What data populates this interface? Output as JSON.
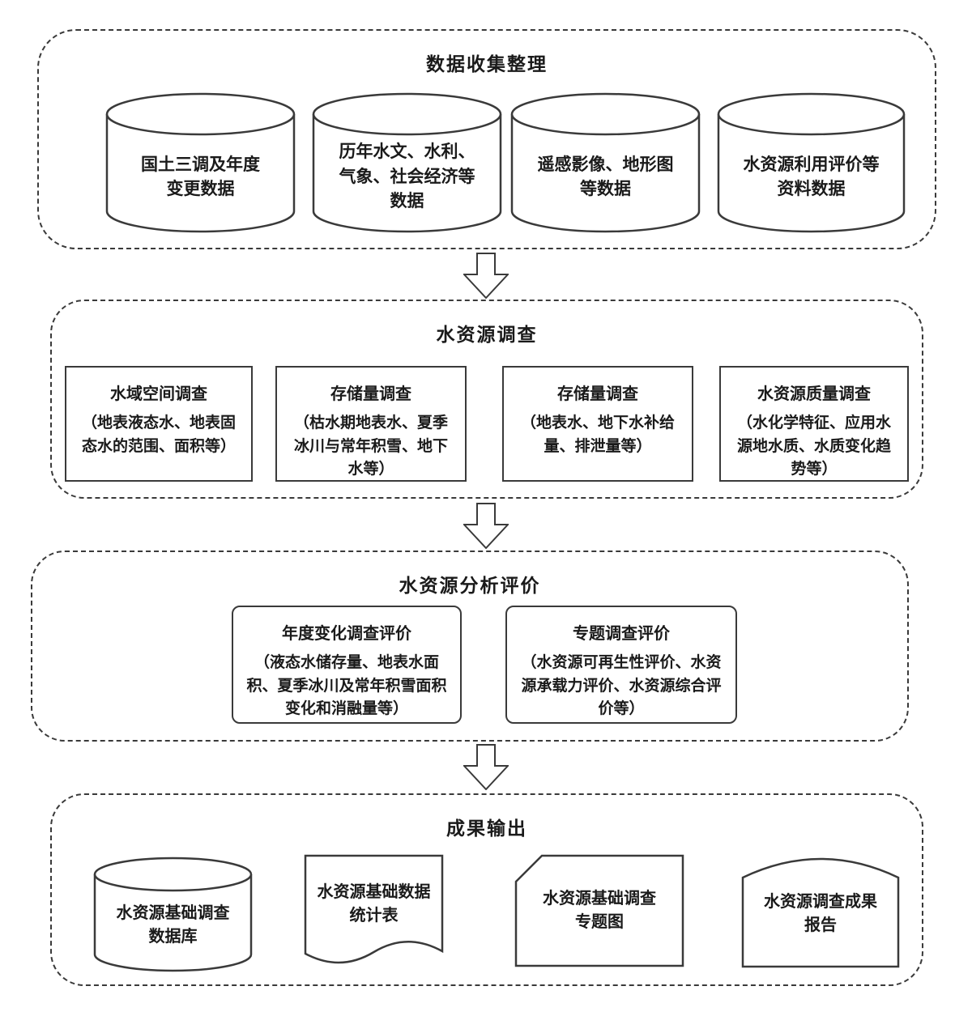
{
  "sections": {
    "collect": {
      "title": "数据收集整理",
      "items": [
        {
          "label": "国土三调及年度\n变更数据"
        },
        {
          "label": "历年水文、水利、\n气象、社会经济等\n数据"
        },
        {
          "label": "遥感影像、地形图\n等数据"
        },
        {
          "label": "水资源利用评价等\n资料数据"
        }
      ]
    },
    "survey": {
      "title": "水资源调查",
      "items": [
        {
          "title": "水域空间调查",
          "body": "（地表液态水、地表固\n态水的范围、面积等）"
        },
        {
          "title": "存储量调查",
          "body": "（枯水期地表水、夏季\n冰川与常年积雪、地下\n水等）"
        },
        {
          "title": "存储量调查",
          "body": "（地表水、地下水补给\n量、排泄量等）"
        },
        {
          "title": "水资源质量调查",
          "body": "（水化学特征、应用水\n源地水质、水质变化趋\n势等）"
        }
      ]
    },
    "analysis": {
      "title": "水资源分析评价",
      "items": [
        {
          "title": "年度变化调查评价",
          "body": "（液态水储存量、地表水面\n积、夏季冰川及常年积雪面积\n变化和消融量等）"
        },
        {
          "title": "专题调查评价",
          "body": "（水资源可再生性评价、水资\n源承载力评价、水资源综合评\n价等）"
        }
      ]
    },
    "output": {
      "title": "成果输出",
      "items": [
        {
          "label": "水资源基础调查\n数据库"
        },
        {
          "label": "水资源基础数据\n统计表"
        },
        {
          "label": "水资源基础调查\n专题图"
        },
        {
          "label": "水资源调查成果\n报告"
        }
      ]
    }
  },
  "colors": {
    "stroke": "#3a3a3a",
    "background": "#ffffff",
    "text": "#1a1a1a"
  }
}
